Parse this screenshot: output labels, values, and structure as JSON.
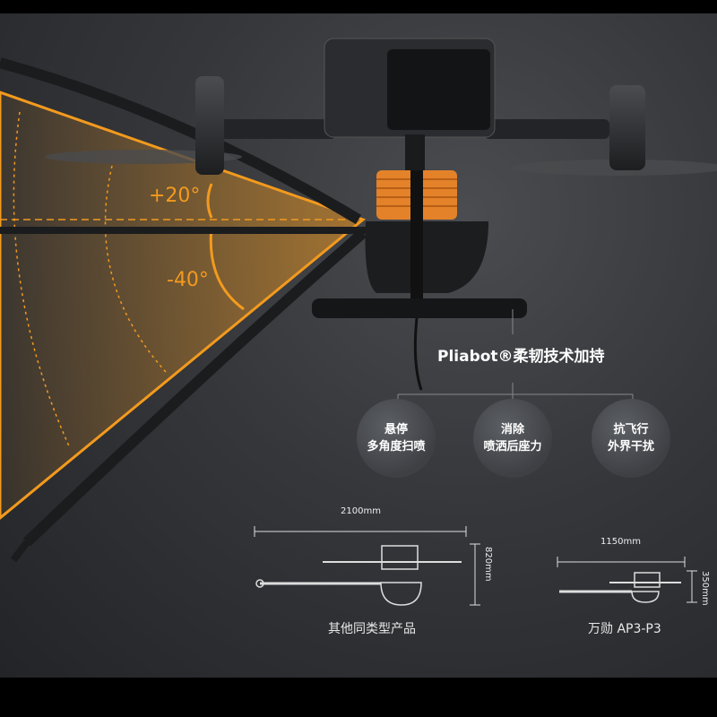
{
  "angles": {
    "up": "+20°",
    "down": "-40°"
  },
  "pliabot": {
    "title": "Pliabot®柔韧技术加持"
  },
  "features": [
    {
      "line1": "悬停",
      "line2": "多角度扫喷"
    },
    {
      "line1": "消除",
      "line2": "喷洒后座力"
    },
    {
      "line1": "抗飞行",
      "line2": "外界干扰"
    }
  ],
  "comparison": {
    "other": {
      "width_label": "2100mm",
      "height_label": "820mm",
      "caption": "其他同类型产品"
    },
    "ap3": {
      "width_label": "1150mm",
      "height_label": "350mm",
      "caption": "万勋 AP3-P3"
    }
  },
  "colors": {
    "accent": "#f39a1e",
    "background": "#2d2f33",
    "frame": "#000000"
  }
}
